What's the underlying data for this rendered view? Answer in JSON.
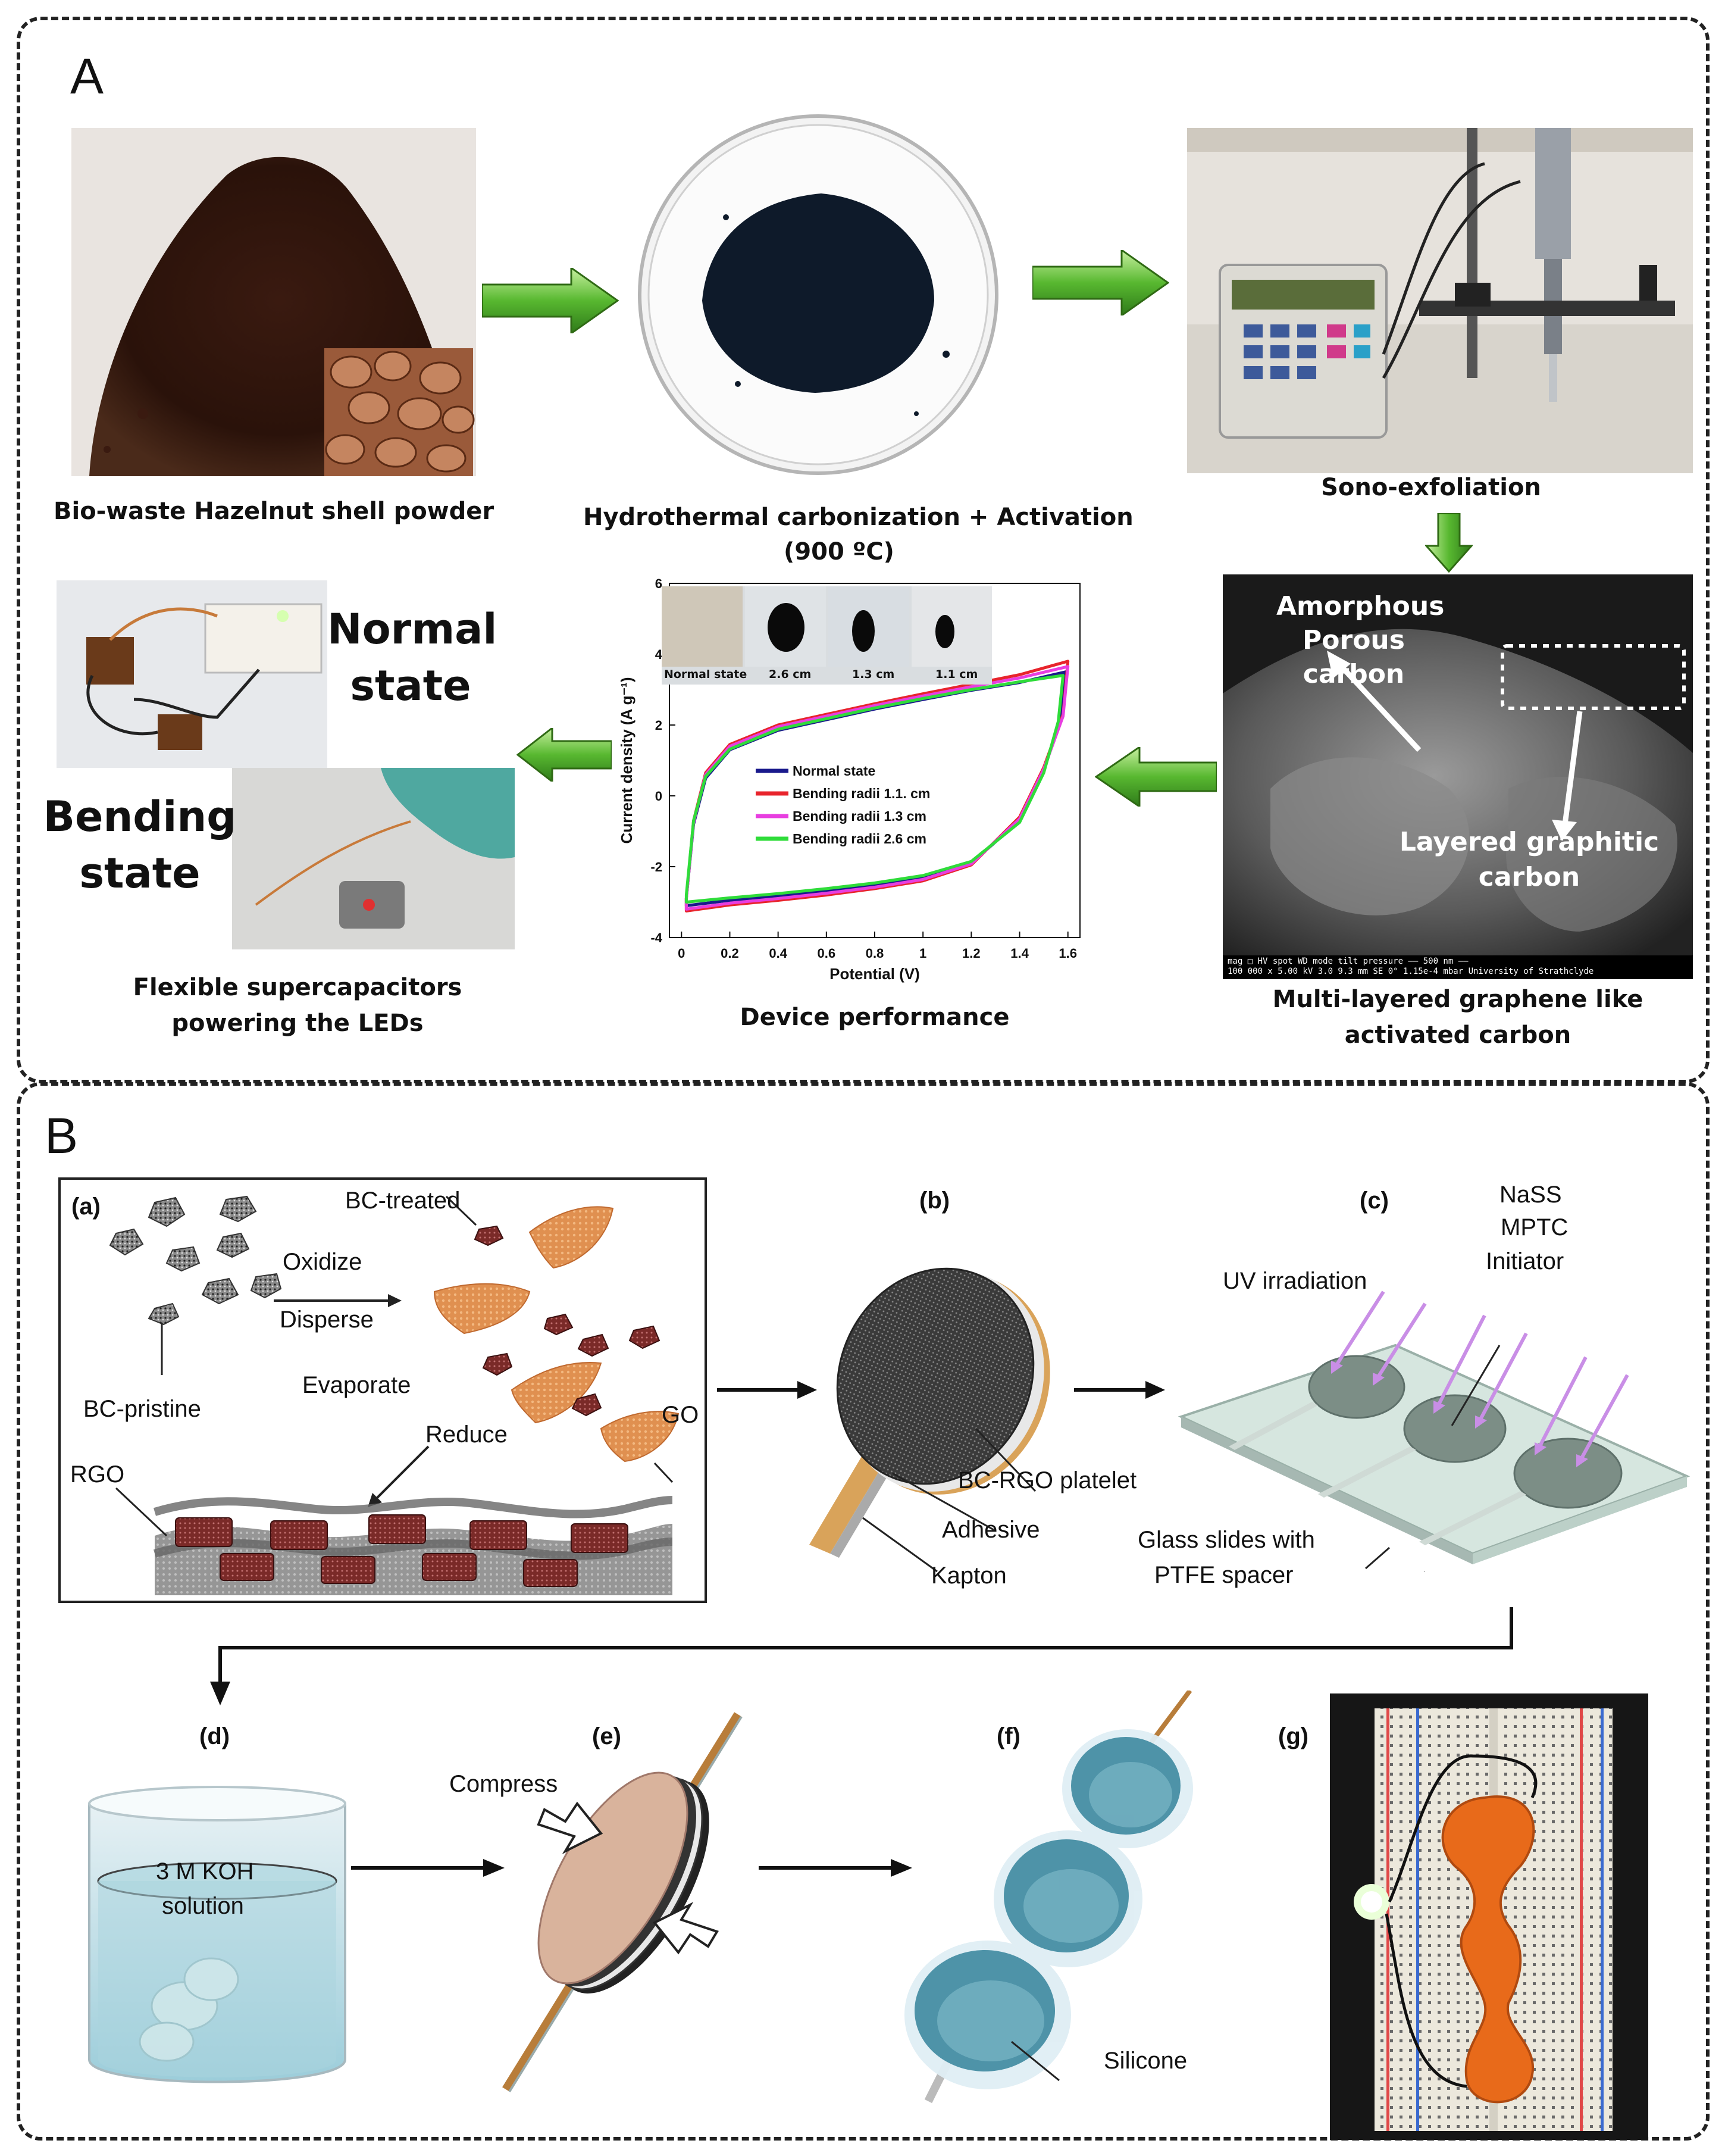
{
  "panel_a": {
    "letter": "A",
    "step1_caption": "Bio-waste Hazelnut shell powder",
    "step2_caption_line1": "Hydrothermal carbonization + Activation",
    "step2_caption_line2": "(900 ºC)",
    "step3_caption": "Sono-exfoliation",
    "sem_label_amorphous_1": "Amorphous",
    "sem_label_amorphous_2": "Porous carbon",
    "sem_label_layered_1": "Layered graphitic",
    "sem_label_layered_2": "carbon",
    "sem_databar": "mag □  HV  spot  WD  mode tilt  pressure  —— 500 nm ——",
    "sem_databar_2": "100 000 x  5.00 kV  3.0  9.3 mm  SE  0°  1.15e-4 mbar  University of Strathclyde",
    "step4_caption_line1": "Multi-layered graphene like",
    "step4_caption_line2": "activated carbon",
    "step5_caption": "Device performance",
    "normal_state_1": "Normal",
    "normal_state_2": "state",
    "bending_state_1": "Bending",
    "bending_state_2": "state",
    "step6_caption_line1": "Flexible supercapacitors",
    "step6_caption_line2": "powering the LEDs",
    "inset_labels": [
      "Normal state",
      "2.6 cm",
      "1.3 cm",
      "1.1 cm"
    ]
  },
  "chart_data": {
    "type": "line",
    "xlabel": "Potential (V)",
    "ylabel": "Current density (A g⁻¹)",
    "xlim": [
      -0.05,
      1.65
    ],
    "ylim": [
      -4,
      6
    ],
    "xticks": [
      "0",
      "0.2",
      "0.4",
      "0.6",
      "0.8",
      "1",
      "1.2",
      "1.4",
      "1.6"
    ],
    "yticks": [
      "-4",
      "-2",
      "0",
      "2",
      "4",
      "6"
    ],
    "legend_position": "center-left",
    "series": [
      {
        "name": "Normal state",
        "color": "#1a1a8c",
        "upper": [
          [
            0.02,
            -2.9
          ],
          [
            0.05,
            -0.8
          ],
          [
            0.1,
            0.5
          ],
          [
            0.2,
            1.3
          ],
          [
            0.4,
            1.85
          ],
          [
            0.6,
            2.15
          ],
          [
            0.8,
            2.45
          ],
          [
            1.0,
            2.72
          ],
          [
            1.2,
            2.98
          ],
          [
            1.4,
            3.2
          ],
          [
            1.59,
            3.5
          ]
        ],
        "lower": [
          [
            1.59,
            3.5
          ],
          [
            1.57,
            2.2
          ],
          [
            1.5,
            0.7
          ],
          [
            1.4,
            -0.7
          ],
          [
            1.2,
            -1.9
          ],
          [
            1.0,
            -2.3
          ],
          [
            0.8,
            -2.52
          ],
          [
            0.6,
            -2.68
          ],
          [
            0.4,
            -2.82
          ],
          [
            0.2,
            -2.95
          ],
          [
            0.02,
            -3.1
          ]
        ]
      },
      {
        "name": "Bending radii 1.1. cm",
        "color": "#e8242c",
        "upper": [
          [
            0.02,
            -2.9
          ],
          [
            0.05,
            -0.7
          ],
          [
            0.1,
            0.65
          ],
          [
            0.2,
            1.45
          ],
          [
            0.4,
            2.0
          ],
          [
            0.6,
            2.3
          ],
          [
            0.8,
            2.6
          ],
          [
            1.0,
            2.88
          ],
          [
            1.2,
            3.15
          ],
          [
            1.4,
            3.42
          ],
          [
            1.6,
            3.8
          ]
        ],
        "lower": [
          [
            1.6,
            3.8
          ],
          [
            1.58,
            2.3
          ],
          [
            1.5,
            0.8
          ],
          [
            1.4,
            -0.6
          ],
          [
            1.2,
            -1.95
          ],
          [
            1.0,
            -2.4
          ],
          [
            0.8,
            -2.62
          ],
          [
            0.6,
            -2.8
          ],
          [
            0.4,
            -2.95
          ],
          [
            0.2,
            -3.08
          ],
          [
            0.02,
            -3.25
          ]
        ]
      },
      {
        "name": "Bending radii 1.3 cm",
        "color": "#e83ee0",
        "upper": [
          [
            0.02,
            -2.9
          ],
          [
            0.05,
            -0.75
          ],
          [
            0.1,
            0.6
          ],
          [
            0.2,
            1.4
          ],
          [
            0.4,
            1.95
          ],
          [
            0.6,
            2.25
          ],
          [
            0.8,
            2.55
          ],
          [
            1.0,
            2.82
          ],
          [
            1.2,
            3.08
          ],
          [
            1.4,
            3.33
          ],
          [
            1.6,
            3.65
          ]
        ],
        "lower": [
          [
            1.6,
            3.65
          ],
          [
            1.58,
            2.25
          ],
          [
            1.5,
            0.75
          ],
          [
            1.4,
            -0.65
          ],
          [
            1.2,
            -1.92
          ],
          [
            1.0,
            -2.36
          ],
          [
            0.8,
            -2.58
          ],
          [
            0.6,
            -2.75
          ],
          [
            0.4,
            -2.9
          ],
          [
            0.2,
            -3.03
          ],
          [
            0.02,
            -3.2
          ]
        ]
      },
      {
        "name": "Bending radii 2.6 cm",
        "color": "#2fdc3a",
        "upper": [
          [
            0.02,
            -2.8
          ],
          [
            0.05,
            -0.7
          ],
          [
            0.1,
            0.55
          ],
          [
            0.2,
            1.32
          ],
          [
            0.4,
            1.88
          ],
          [
            0.6,
            2.18
          ],
          [
            0.8,
            2.48
          ],
          [
            1.0,
            2.75
          ],
          [
            1.2,
            3.0
          ],
          [
            1.4,
            3.22
          ],
          [
            1.58,
            3.4
          ]
        ],
        "lower": [
          [
            1.58,
            3.4
          ],
          [
            1.56,
            2.1
          ],
          [
            1.5,
            0.65
          ],
          [
            1.4,
            -0.75
          ],
          [
            1.2,
            -1.85
          ],
          [
            1.0,
            -2.25
          ],
          [
            0.8,
            -2.46
          ],
          [
            0.6,
            -2.62
          ],
          [
            0.4,
            -2.76
          ],
          [
            0.2,
            -2.88
          ],
          [
            0.02,
            -3.0
          ]
        ]
      }
    ]
  },
  "panel_b": {
    "letter": "B",
    "a": {
      "letter": "(a)",
      "bc_treated": "BC-treated",
      "oxidize": "Oxidize",
      "disperse": "Disperse",
      "bc_pristine": "BC-pristine",
      "evaporate": "Evaporate",
      "reduce": "Reduce",
      "go": "GO",
      "rgo": "RGO"
    },
    "b": {
      "letter": "(b)",
      "platelet": "BC-RGO platelet",
      "adhesive": "Adhesive",
      "kapton": "Kapton"
    },
    "c": {
      "letter": "(c)",
      "nass": "NaSS",
      "mptc": "MPTC",
      "initiator": "Initiator",
      "uv": "UV irradiation",
      "glass_1": "Glass slides with",
      "glass_2": "PTFE spacer"
    },
    "d": {
      "letter": "(d)",
      "koh_1": "3 M KOH",
      "koh_2": "solution"
    },
    "e": {
      "letter": "(e)",
      "compress": "Compress"
    },
    "f": {
      "letter": "(f)",
      "silicone": "Silicone"
    },
    "g": {
      "letter": "(g)"
    }
  }
}
